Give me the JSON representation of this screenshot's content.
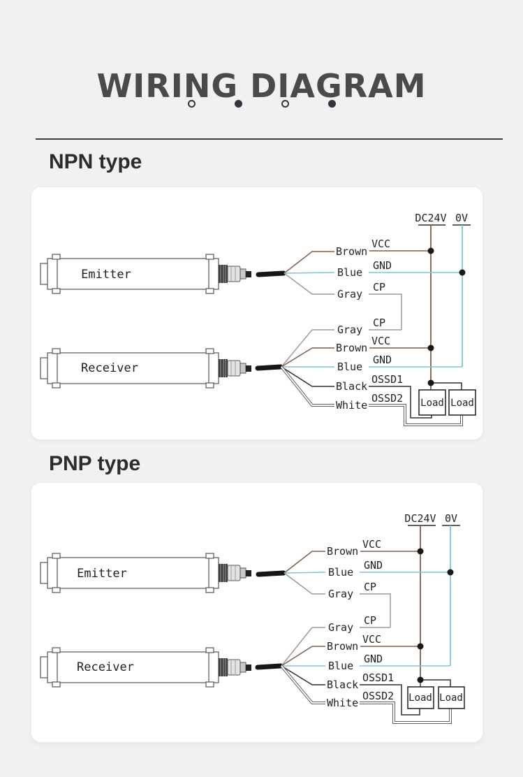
{
  "page": {
    "title": "WIRING DIAGRAM"
  },
  "sections": {
    "npn": {
      "heading": "NPN type"
    },
    "pnp": {
      "heading": "PNP type"
    }
  },
  "pager": {
    "dot_classes": [
      "dot hollow",
      "dot filled",
      "dot hollow",
      "dot filled"
    ]
  },
  "labels": {
    "emitter": "Emitter",
    "receiver": "Receiver",
    "dc24v": "DC24V",
    "zero_v": "0V",
    "vcc": "VCC",
    "gnd": "GND",
    "cp": "CP",
    "ossd1": "OSSD1",
    "ossd2": "OSSD2",
    "brown": "Brown",
    "blue": "Blue",
    "gray": "Gray",
    "black": "Black",
    "white": "White",
    "load": "Load"
  },
  "colors": {
    "brown_wire": "#7d5f4b",
    "blue_wire": "#7cc5d9",
    "gray_wire": "#9c9c9c",
    "black_wire": "#2f2f2f",
    "white_wire_outline": "#5f5f5f",
    "white_wire_core": "#ffffff",
    "dot_accent": "#33363d",
    "divider": "#3d3d3f"
  }
}
